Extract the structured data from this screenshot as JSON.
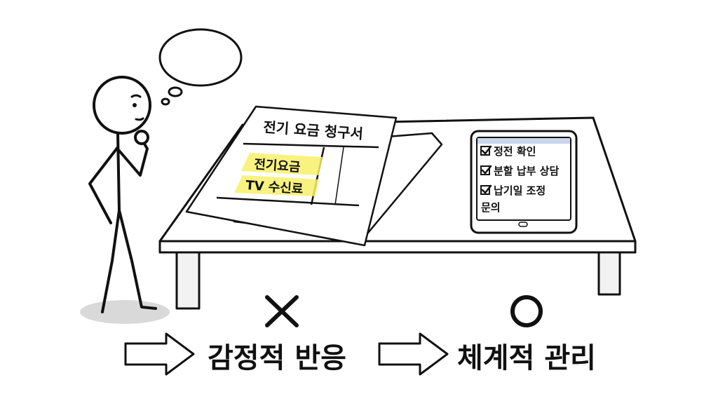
{
  "bill": {
    "title": "전기 요금 청구서",
    "item1": "전기요금",
    "item2": "TV 수신료"
  },
  "tablet": {
    "checklist": [
      "정전 확인",
      "분할 납부 상담",
      "납기일 조정",
      "문의"
    ]
  },
  "bottom": {
    "wrong_mark": "✕",
    "right_mark": "○",
    "left_label": "감정적 반응",
    "right_label": "체계적 관리"
  },
  "colors": {
    "highlight": "#f7f06a",
    "ink": "#111111",
    "shadow": "#d9d9d9",
    "tablet_bar": "#c9d6ea"
  }
}
